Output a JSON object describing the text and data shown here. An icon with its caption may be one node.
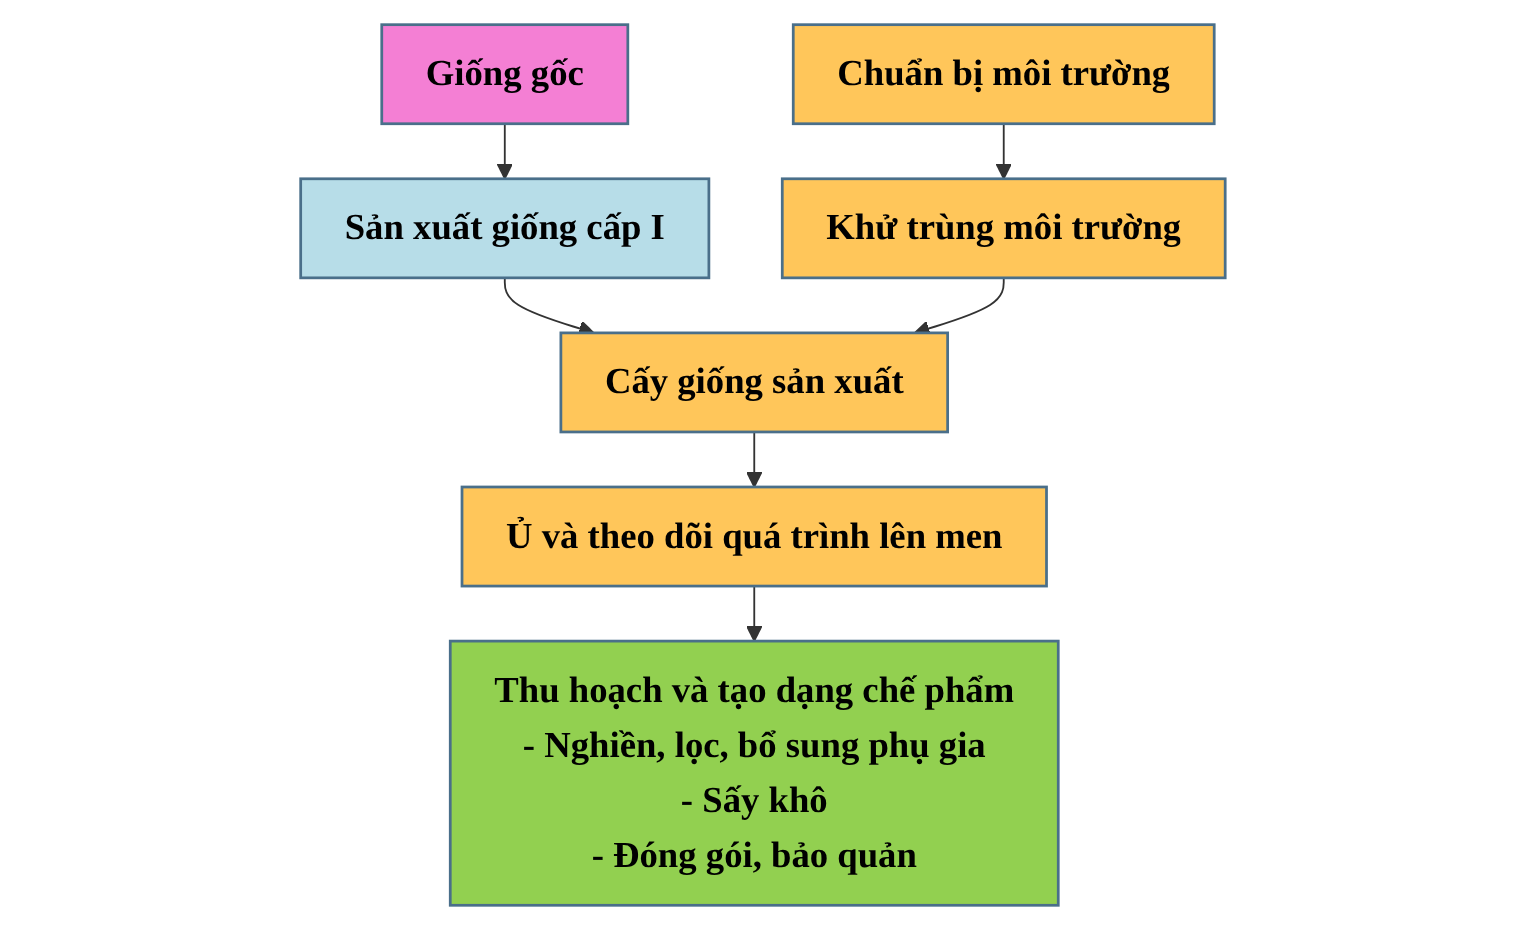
{
  "diagram": {
    "nodes": [
      {
        "text": [
          "Giống gốc"
        ]
      },
      {
        "text": [
          "Sản xuất giống cấp I"
        ]
      },
      {
        "text": [
          "Chuẩn bị môi trường"
        ]
      },
      {
        "text": [
          "Khử trùng môi trường"
        ]
      },
      {
        "text": [
          "Cấy giống sản xuất"
        ]
      },
      {
        "text": [
          "Ủ và theo dõi quá trình lên men"
        ]
      },
      {
        "text": [
          "Thu hoạch và tạo dạng chế phẩm",
          "- Nghiền, lọc, bổ sung phụ gia",
          "- Sấy khô",
          "- Đóng gói, bảo quản"
        ]
      }
    ],
    "edges": [
      {
        "from": 0,
        "to": 1,
        "arrow": "to"
      },
      {
        "from": 1,
        "to": 4,
        "arrow": "to"
      },
      {
        "from": 2,
        "to": 3,
        "arrow": "to"
      },
      {
        "from": 3,
        "to": 4,
        "arrow": "to"
      },
      {
        "from": 4,
        "to": 5,
        "arrow": "to"
      },
      {
        "from": 5,
        "to": 6,
        "arrow": "to"
      }
    ]
  }
}
